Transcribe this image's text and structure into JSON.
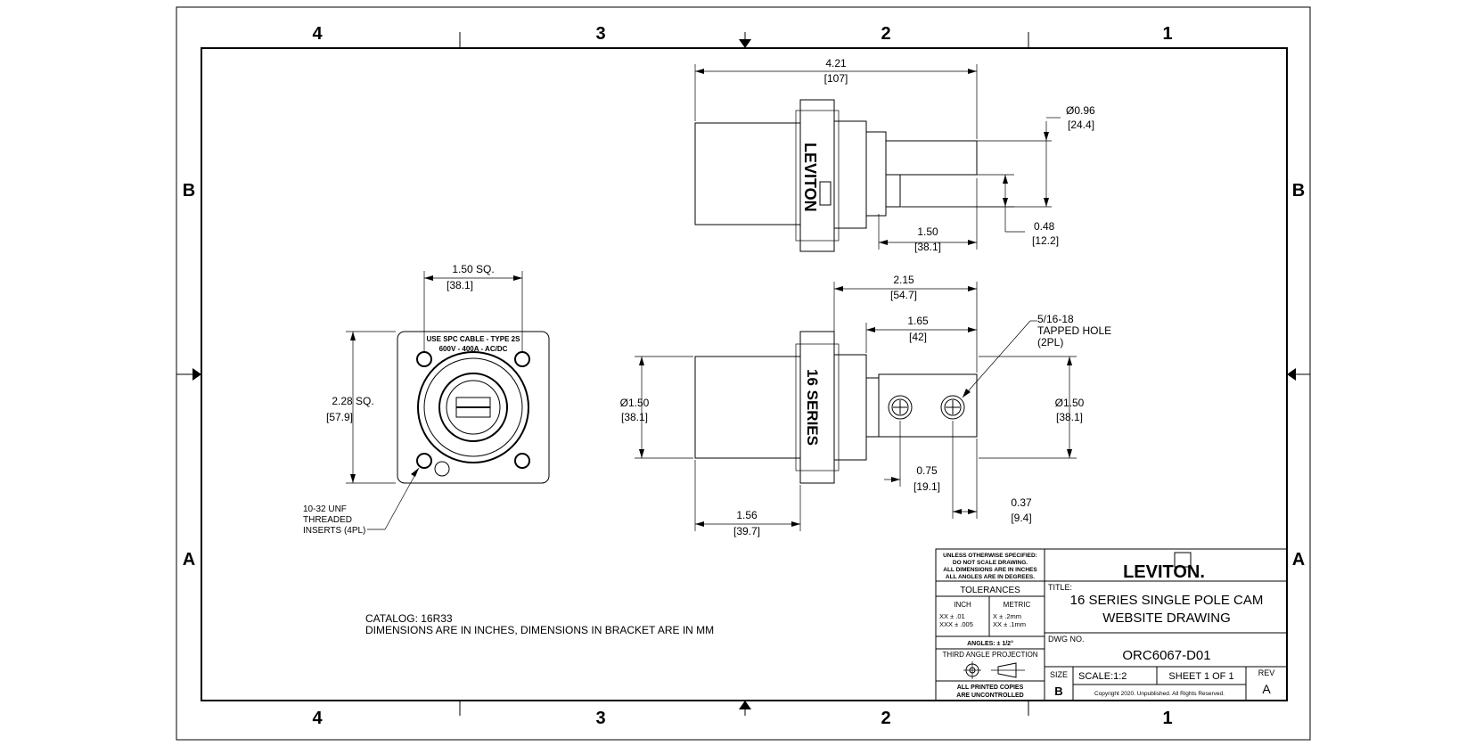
{
  "border": {
    "columns": [
      "4",
      "3",
      "2",
      "1"
    ],
    "rows": [
      "B",
      "A"
    ]
  },
  "views": {
    "side": {
      "logo_text": "LEVITON",
      "dims": {
        "overall_length": {
          "in": "4.21",
          "mm": "[107]"
        },
        "diameter": {
          "in": "Ø0.96",
          "mm": "[24.4]"
        },
        "tail_length": {
          "in": "1.50",
          "mm": "[38.1]"
        },
        "tab_height": {
          "in": "0.48",
          "mm": "[12.2]"
        }
      }
    },
    "front": {
      "label_top": "USE SPC CABLE - TYPE 2S",
      "label_top2": "600V - 400A - AC/DC",
      "dims": {
        "square": {
          "in": "1.50  SQ.",
          "mm": "[38.1]"
        },
        "outer_square": {
          "in": "2.28  SQ.",
          "mm": "[57.9]"
        }
      },
      "note": [
        "10-32 UNF",
        "THREADED",
        "INSERTS (4PL)"
      ]
    },
    "top": {
      "series_text": "16 SERIES",
      "dims": {
        "length_a": {
          "in": "2.15",
          "mm": "[54.7]"
        },
        "length_b": {
          "in": "1.65",
          "mm": "[42]"
        },
        "dia_left": {
          "in": "Ø1.50",
          "mm": "[38.1]"
        },
        "dia_right": {
          "in": "Ø1.50",
          "mm": "[38.1]"
        },
        "body_len": {
          "in": "1.56",
          "mm": "[39.7]"
        },
        "hole_gap": {
          "in": "0.75",
          "mm": "[19.1]"
        },
        "hole_edge": {
          "in": "0.37",
          "mm": "[9.4]"
        }
      },
      "hole_note": [
        "5/16-18",
        "TAPPED HOLE",
        "(2PL)"
      ]
    }
  },
  "notes": {
    "catalog": "CATALOG: 16R33",
    "dimensions": "DIMENSIONS ARE IN INCHES, DIMENSIONS IN BRACKET ARE IN MM"
  },
  "title_block": {
    "general": [
      "UNLESS OTHERWISE SPECIFIED:",
      "DO NOT SCALE DRAWING.",
      "ALL DIMENSIONS ARE IN INCHES",
      "ALL ANGLES ARE IN DEGREES."
    ],
    "tolerances_label": "TOLERANCES",
    "inch_label": "INCH",
    "metric_label": "METRIC",
    "inch_vals": [
      "XX   ± .01",
      "XXX  ± .005"
    ],
    "metric_vals": [
      "X    ± .2mm",
      "XX   ± .1mm"
    ],
    "angles": "ANGLES: ± 1/2°",
    "projection": "THIRD ANGLE PROJECTION",
    "printed_copies": [
      "ALL PRINTED COPIES",
      "ARE UNCONTROLLED"
    ],
    "company": "LEVITON.",
    "title_label": "TITLE:",
    "title_line1": "16 SERIES SINGLE POLE CAM",
    "title_line2": "WEBSITE DRAWING",
    "dwg_label": "DWG NO.",
    "dwg_no": "ORC6067-D01",
    "size_label": "SIZE",
    "size": "B",
    "scale": "SCALE:1:2",
    "sheet": "SHEET 1 OF 1",
    "rev_label": "REV",
    "rev": "A",
    "copyright": "Copyright 2020. Unpublished. All Rights Reserved."
  }
}
